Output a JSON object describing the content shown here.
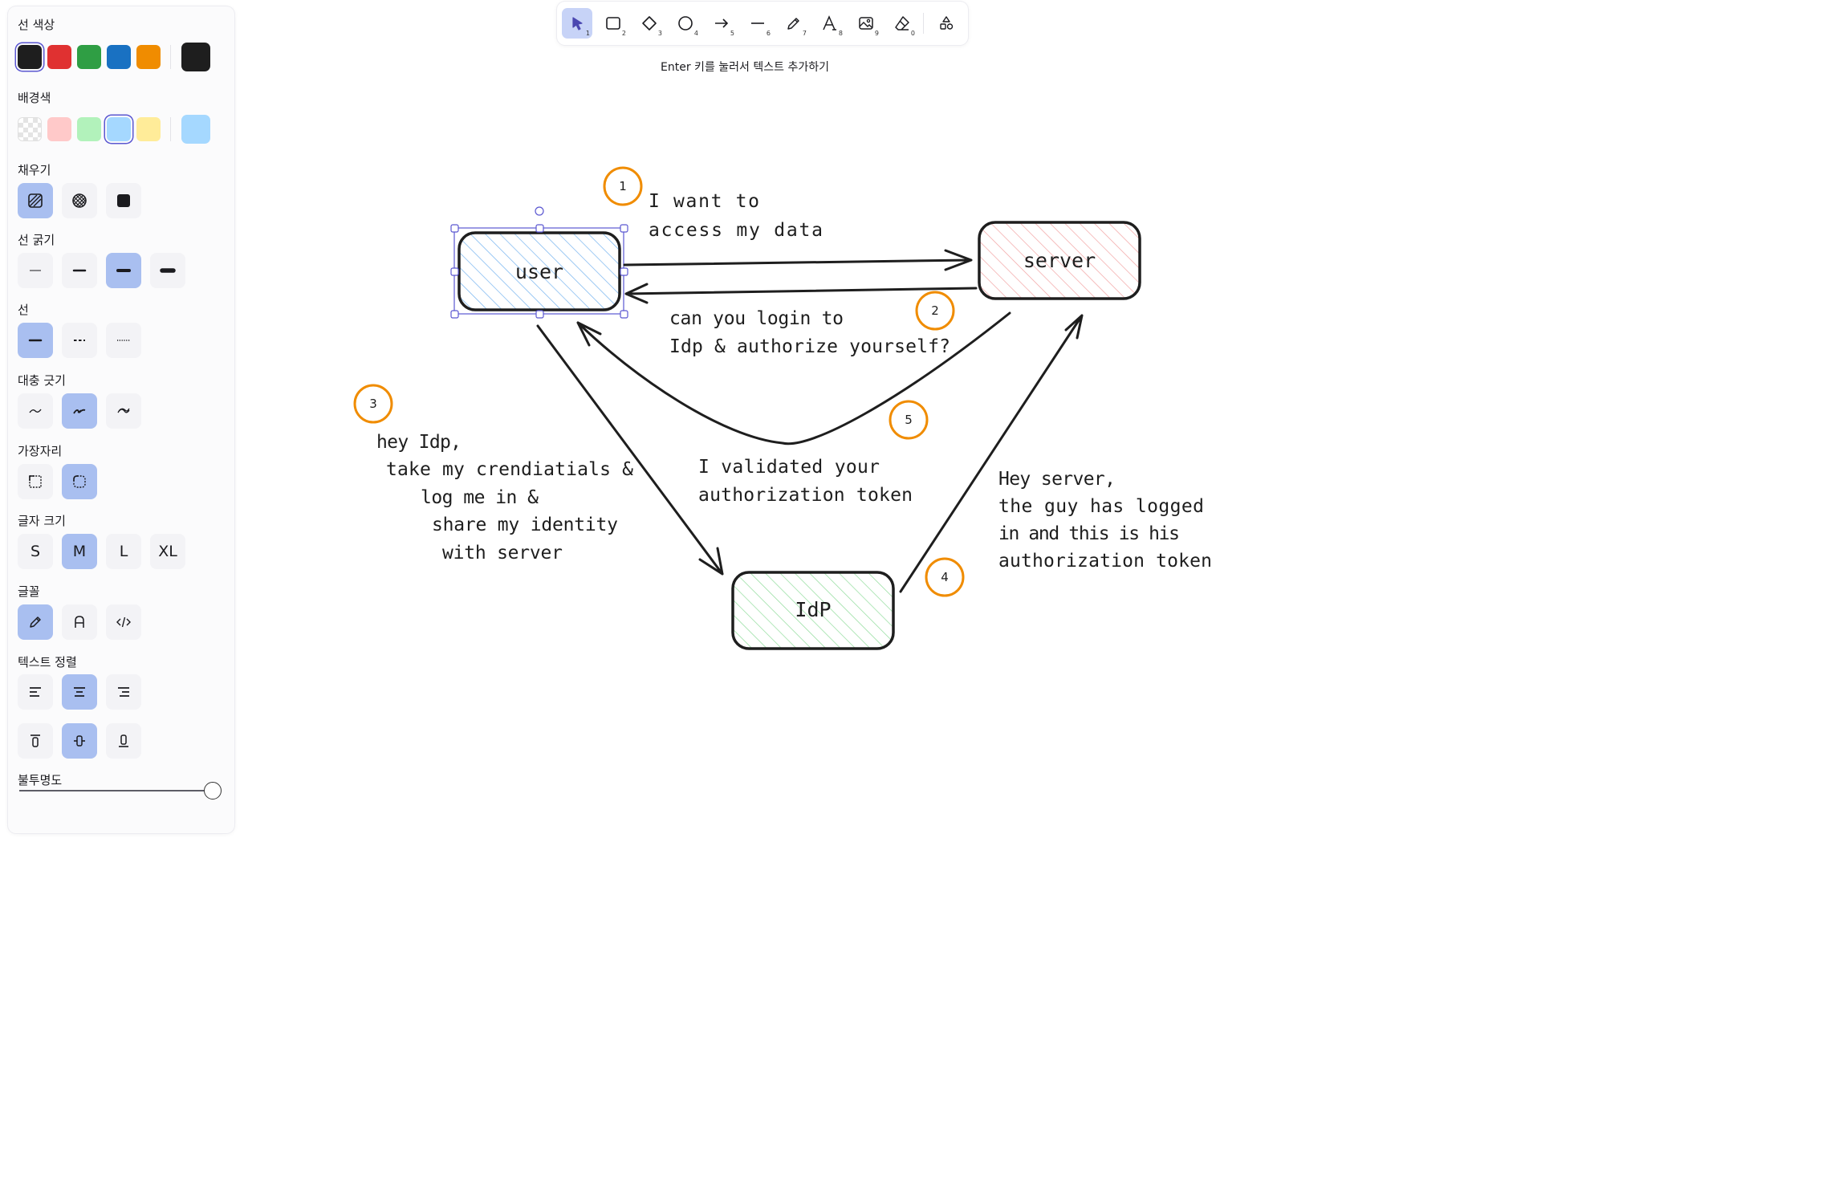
{
  "panel": {
    "stroke_color_title": "선 색상",
    "stroke_colors": [
      "#1e1e1e",
      "#e03131",
      "#2f9e44",
      "#1971c2",
      "#f08c00"
    ],
    "stroke_current": "#1e1e1e",
    "background_title": "배경색",
    "background_colors": [
      "transparent",
      "#ffc9c9",
      "#b2f2bb",
      "#a5d8ff",
      "#ffec99"
    ],
    "background_current": "#a5d8ff",
    "fill_title": "채우기",
    "fill_options": [
      "hachure",
      "cross-hatch",
      "solid"
    ],
    "stroke_width_title": "선 굵기",
    "stroke_style_title": "선",
    "sloppiness_title": "대충 긋기",
    "edges_title": "가장자리",
    "font_size_title": "글자 크기",
    "font_sizes": [
      "S",
      "M",
      "L",
      "XL"
    ],
    "font_family_title": "글꼴",
    "text_align_title": "텍스트 정렬",
    "opacity_title": "불투명도"
  },
  "toolbar": {
    "tools": [
      {
        "icon": "selection-icon",
        "key": "1"
      },
      {
        "icon": "rectangle-icon",
        "key": "2"
      },
      {
        "icon": "diamond-icon",
        "key": "3"
      },
      {
        "icon": "ellipse-icon",
        "key": "4"
      },
      {
        "icon": "arrow-icon",
        "key": "5"
      },
      {
        "icon": "line-icon",
        "key": "6"
      },
      {
        "icon": "pencil-icon",
        "key": "7"
      },
      {
        "icon": "text-icon",
        "key": "8"
      },
      {
        "icon": "image-icon",
        "key": "9"
      },
      {
        "icon": "eraser-icon",
        "key": "0"
      },
      {
        "icon": "shapes-library-icon",
        "key": ""
      }
    ],
    "hint": "Enter 키를 눌러서 텍스트 추가하기"
  },
  "canvas": {
    "user_label": "user",
    "server_label": "server",
    "idp_label": "IdP",
    "step_numbers": [
      "1",
      "2",
      "3",
      "4",
      "5"
    ],
    "note1": [
      "I want to",
      "access my data"
    ],
    "note2": [
      "can you login to",
      "Idp & authorize yourself?"
    ],
    "note3": [
      "hey Idp,",
      "take my crendiatials &",
      "log me in &",
      "share my identity",
      "with server"
    ],
    "note4": [
      "Hey server,",
      "the guy has logged",
      "in and this is his",
      "authorization token"
    ],
    "note5": [
      "I validated your",
      "authorization token"
    ],
    "colors": {
      "stroke": "#1e1e1e",
      "user_fill": "#a5d8ff",
      "server_fill": "#ffc9c9",
      "idp_fill": "#b2f2bb",
      "step_circle": "#f08c00",
      "selection": "#5b57d1"
    }
  }
}
